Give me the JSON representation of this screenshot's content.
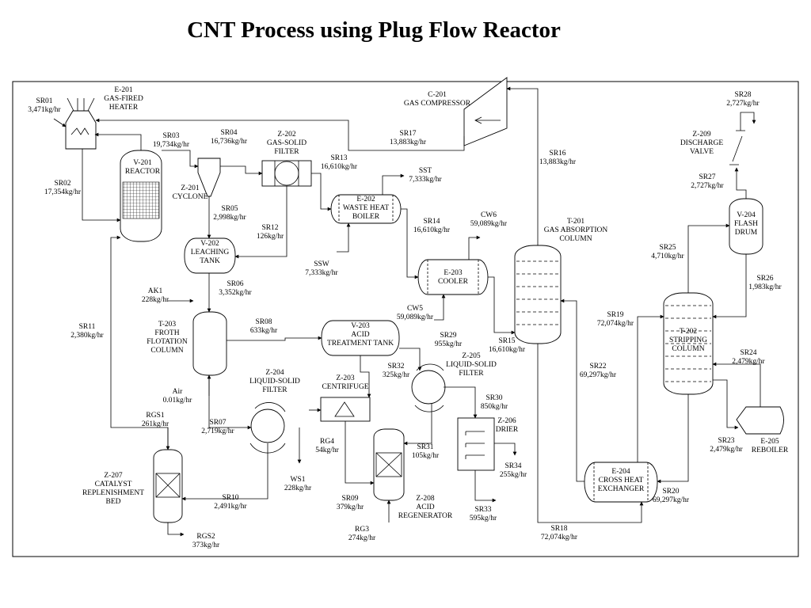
{
  "title": "CNT Process using Plug Flow  Reactor",
  "equipment": [
    {
      "id": "e201",
      "lines": [
        "E-201",
        "GAS-FIRED",
        "HEATER"
      ]
    },
    {
      "id": "v201",
      "lines": [
        "V-201",
        "REACTOR"
      ]
    },
    {
      "id": "z201",
      "lines": [
        "Z-201",
        "CYCLONE"
      ]
    },
    {
      "id": "z202",
      "lines": [
        "Z-202",
        "GAS-SOLID",
        "FILTER"
      ]
    },
    {
      "id": "c201",
      "lines": [
        "C-201",
        "GAS COMPRESSOR"
      ]
    },
    {
      "id": "e202",
      "lines": [
        "E-202",
        "WASTE HEAT",
        "BOILER"
      ]
    },
    {
      "id": "v202",
      "lines": [
        "V-202",
        "LEACHING",
        "TANK"
      ]
    },
    {
      "id": "e203",
      "lines": [
        "E-203",
        "COOLER"
      ]
    },
    {
      "id": "t201",
      "lines": [
        "T-201",
        "GAS ABSORPTION",
        "COLUMN"
      ]
    },
    {
      "id": "z209",
      "lines": [
        "Z-209",
        "DISCHARGE",
        "VALVE"
      ]
    },
    {
      "id": "v204",
      "lines": [
        "V-204",
        "FLASH",
        "DRUM"
      ]
    },
    {
      "id": "t203",
      "lines": [
        "T-203",
        "FROTH",
        "FLOTATION",
        "COLUMN"
      ]
    },
    {
      "id": "v203",
      "lines": [
        "V-203",
        "ACID",
        "TREATMENT TANK"
      ]
    },
    {
      "id": "z205",
      "lines": [
        "Z-205",
        "LIQUID-SOLID",
        "FILTER"
      ]
    },
    {
      "id": "t202",
      "lines": [
        "T-202",
        "STRIPPING",
        "COLUMN"
      ]
    },
    {
      "id": "z204",
      "lines": [
        "Z-204",
        "LIQUID-SOLID",
        "FILTER"
      ]
    },
    {
      "id": "z203",
      "lines": [
        "Z-203",
        "CENTRIFUGE"
      ]
    },
    {
      "id": "z206",
      "lines": [
        "Z-206",
        "DRIER"
      ]
    },
    {
      "id": "e205",
      "lines": [
        "E-205",
        "REBOILER"
      ]
    },
    {
      "id": "z207",
      "lines": [
        "Z-207",
        "CATALYST",
        "REPLENISHMENT",
        "BED"
      ]
    },
    {
      "id": "z208",
      "lines": [
        "Z-208",
        "ACID",
        "REGENERATOR"
      ]
    },
    {
      "id": "e204",
      "lines": [
        "E-204",
        "CROSS HEAT",
        "EXCHANGER"
      ]
    }
  ],
  "streams": [
    {
      "id": "sr01",
      "name": "SR01",
      "rate": "3,471kg/hr"
    },
    {
      "id": "sr02",
      "name": "SR02",
      "rate": "17,354kg/hr"
    },
    {
      "id": "sr03",
      "name": "SR03",
      "rate": "19,734kg/hr"
    },
    {
      "id": "sr04",
      "name": "SR04",
      "rate": "16,736kg/hr"
    },
    {
      "id": "sr05",
      "name": "SR05",
      "rate": "2,998kg/hr"
    },
    {
      "id": "sr06",
      "name": "SR06",
      "rate": "3,352kg/hr"
    },
    {
      "id": "sr07",
      "name": "SR07",
      "rate": "2,719kg/hr"
    },
    {
      "id": "sr08",
      "name": "SR08",
      "rate": "633kg/hr"
    },
    {
      "id": "sr09",
      "name": "SR09",
      "rate": "379kg/hr"
    },
    {
      "id": "sr10",
      "name": "SR10",
      "rate": "2,491kg/hr"
    },
    {
      "id": "sr11",
      "name": "SR11",
      "rate": "2,380kg/hr"
    },
    {
      "id": "sr12",
      "name": "SR12",
      "rate": "126kg/hr"
    },
    {
      "id": "sr13",
      "name": "SR13",
      "rate": "16,610kg/hr"
    },
    {
      "id": "sr14",
      "name": "SR14",
      "rate": "16,610kg/hr"
    },
    {
      "id": "sr15",
      "name": "SR15",
      "rate": "16,610kg/hr"
    },
    {
      "id": "sr16",
      "name": "SR16",
      "rate": "13,883kg/hr"
    },
    {
      "id": "sr17",
      "name": "SR17",
      "rate": "13,883kg/hr"
    },
    {
      "id": "sr18",
      "name": "SR18",
      "rate": "72,074kg/hr"
    },
    {
      "id": "sr19",
      "name": "SR19",
      "rate": "72,074kg/hr"
    },
    {
      "id": "sr20",
      "name": "SR20",
      "rate": "69,297kg/hr"
    },
    {
      "id": "sr22",
      "name": "SR22",
      "rate": "69,297kg/hr"
    },
    {
      "id": "sr23",
      "name": "SR23",
      "rate": "2,479kg/hr"
    },
    {
      "id": "sr24",
      "name": "SR24",
      "rate": "2,479kg/hr"
    },
    {
      "id": "sr25",
      "name": "SR25",
      "rate": "4,710kg/hr"
    },
    {
      "id": "sr26",
      "name": "SR26",
      "rate": "1,983kg/hr"
    },
    {
      "id": "sr27",
      "name": "SR27",
      "rate": "2,727kg/hr"
    },
    {
      "id": "sr28",
      "name": "SR28",
      "rate": "2,727kg/hr"
    },
    {
      "id": "sr29",
      "name": "SR29",
      "rate": "955kg/hr"
    },
    {
      "id": "sr30",
      "name": "SR30",
      "rate": "850kg/hr"
    },
    {
      "id": "sr31",
      "name": "SR31",
      "rate": "105kg/hr"
    },
    {
      "id": "sr32",
      "name": "SR32",
      "rate": "325kg/hr"
    },
    {
      "id": "sr33",
      "name": "SR33",
      "rate": "595kg/hr"
    },
    {
      "id": "sr34",
      "name": "SR34",
      "rate": "255kg/hr"
    },
    {
      "id": "sst",
      "name": "SST",
      "rate": "7,333kg/hr"
    },
    {
      "id": "ssw",
      "name": "SSW",
      "rate": "7,333kg/hr"
    },
    {
      "id": "cw6",
      "name": "CW6",
      "rate": "59,089kg/hr"
    },
    {
      "id": "cw5",
      "name": "CW5",
      "rate": "59,089kg/hr"
    },
    {
      "id": "ak1",
      "name": "AK1",
      "rate": "228kg/hr"
    },
    {
      "id": "air",
      "name": "Air",
      "rate": "0.01kg/hr"
    },
    {
      "id": "rgs1",
      "name": "RGS1",
      "rate": "261kg/hr"
    },
    {
      "id": "rgs2",
      "name": "RGS2",
      "rate": "373kg/hr"
    },
    {
      "id": "rg4",
      "name": "RG4",
      "rate": "54kg/hr"
    },
    {
      "id": "ws1",
      "name": "WS1",
      "rate": "228kg/hr"
    },
    {
      "id": "rg3",
      "name": "RG3",
      "rate": "274kg/hr"
    }
  ]
}
